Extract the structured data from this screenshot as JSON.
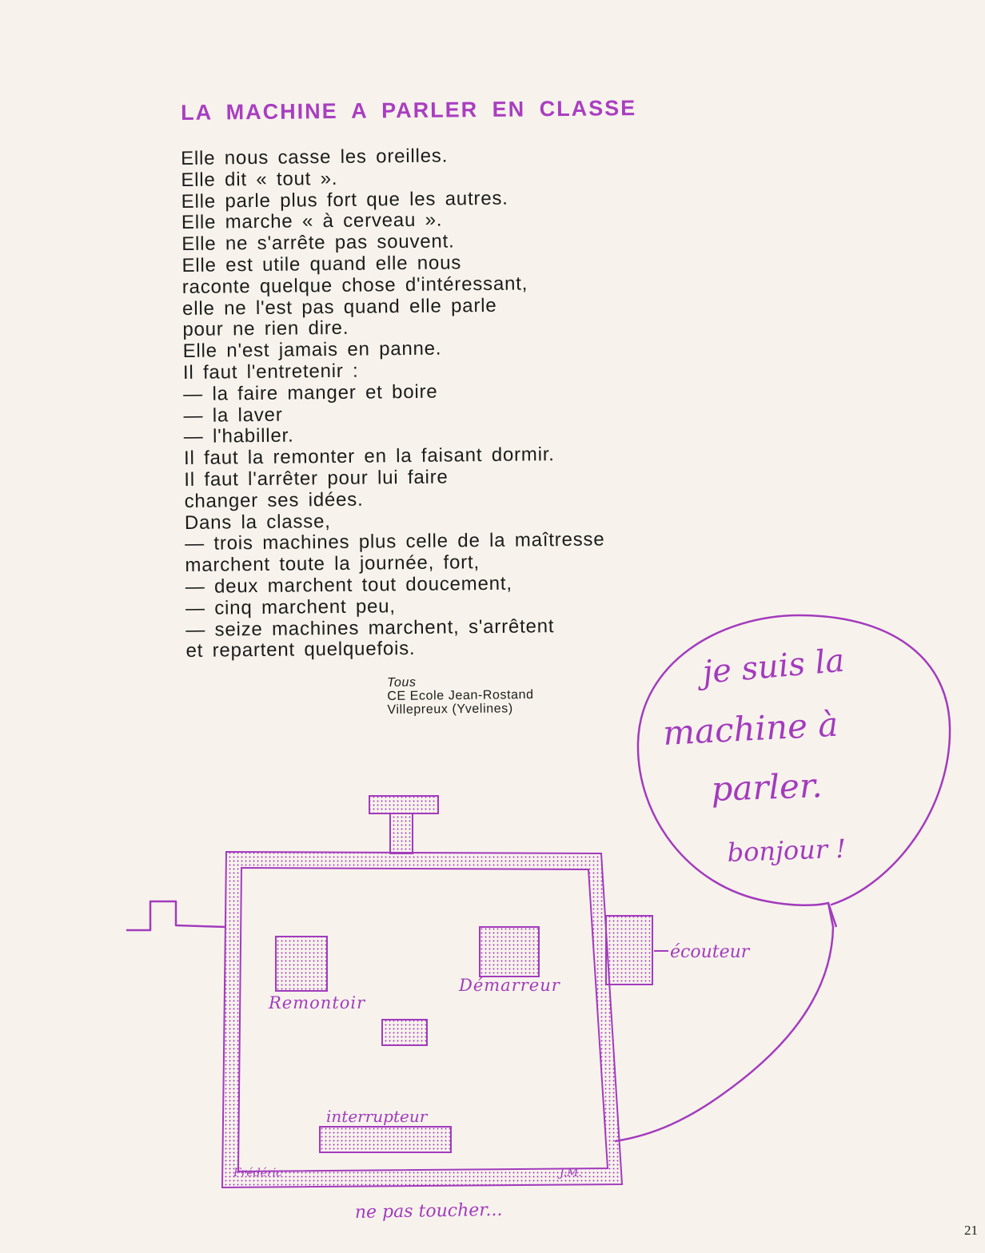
{
  "title": "LA MACHINE A PARLER EN CLASSE",
  "poem": [
    "Elle nous casse les oreilles.",
    "Elle dit « tout ».",
    "Elle parle plus fort que les autres.",
    "Elle marche « à cerveau ».",
    "Elle ne s'arrête pas souvent.",
    "Elle est utile quand elle nous",
    "raconte quelque chose d'intéressant,",
    "elle ne l'est pas quand elle parle",
    "pour ne rien dire.",
    "Elle n'est jamais en panne.",
    "Il faut l'entretenir :",
    "— la faire manger et boire",
    "— la laver",
    "— l'habiller.",
    "Il faut la remonter en la faisant dormir.",
    "Il faut l'arrêter pour lui faire",
    "changer ses idées.",
    "Dans la classe,",
    "— trois machines plus celle de la maîtresse",
    "marchent toute la journée, fort,",
    "— deux marchent tout doucement,",
    "— cinq marchent peu,",
    "— seize machines marchent, s'arrêtent",
    "et repartent quelquefois."
  ],
  "credit": {
    "author": "Tous",
    "school": "CE Ecole Jean-Rostand",
    "place": "Villepreux (Yvelines)"
  },
  "drawing": {
    "bubble": [
      "je suis la",
      "machine à",
      "parler.",
      "bonjour !"
    ],
    "labels": {
      "remontoir": "Remontoir",
      "demarreur": "Démarreur",
      "ecouteur": "écouteur",
      "interrupteur": "interrupteur",
      "caption": "ne pas toucher...",
      "signature_left": "Frédéric",
      "signature_right": "J.M."
    },
    "ink_color": "#a33bbd"
  },
  "page_number": "21",
  "colors": {
    "title": "#a93ec0",
    "paper": "#f7f3ec",
    "text": "#1c1c1c"
  }
}
